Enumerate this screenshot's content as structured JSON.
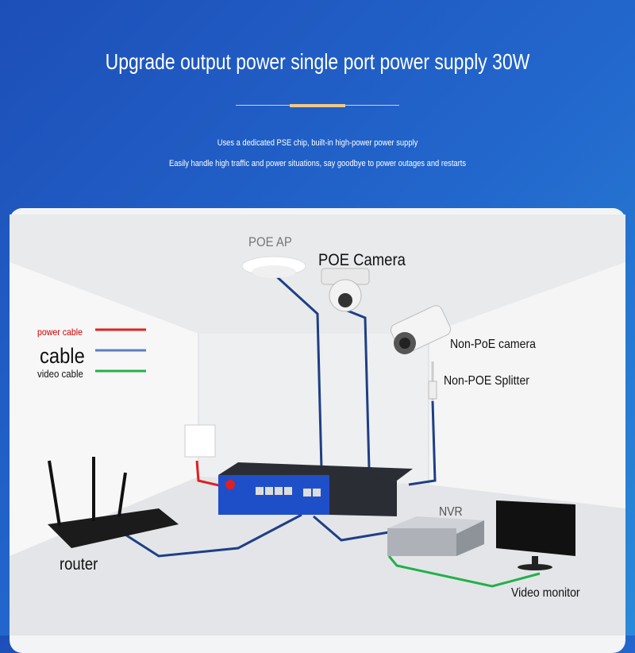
{
  "header": {
    "title": "Upgrade output power single port power supply 30W",
    "subtitle_1": "Uses a dedicated PSE chip, built-in high-power power supply",
    "subtitle_2": "Easily handle high traffic and power situations, say goodbye to power outages and restarts",
    "divider_accent_color": "#f0c987"
  },
  "legend": {
    "power_cable": {
      "label": "power cable",
      "color": "#e02020"
    },
    "cable": {
      "label": "cable",
      "color": "#5b7fc0"
    },
    "video_cable": {
      "label": "video cable",
      "color": "#22b04a"
    }
  },
  "devices": {
    "poe_ap": "POE AP",
    "poe_camera": "POE Camera",
    "non_poe_camera": "Non-PoE camera",
    "non_poe_splitter": "Non-POE Splitter",
    "nvr": "NVR",
    "router": "router",
    "video_monitor": "Video monitor"
  }
}
